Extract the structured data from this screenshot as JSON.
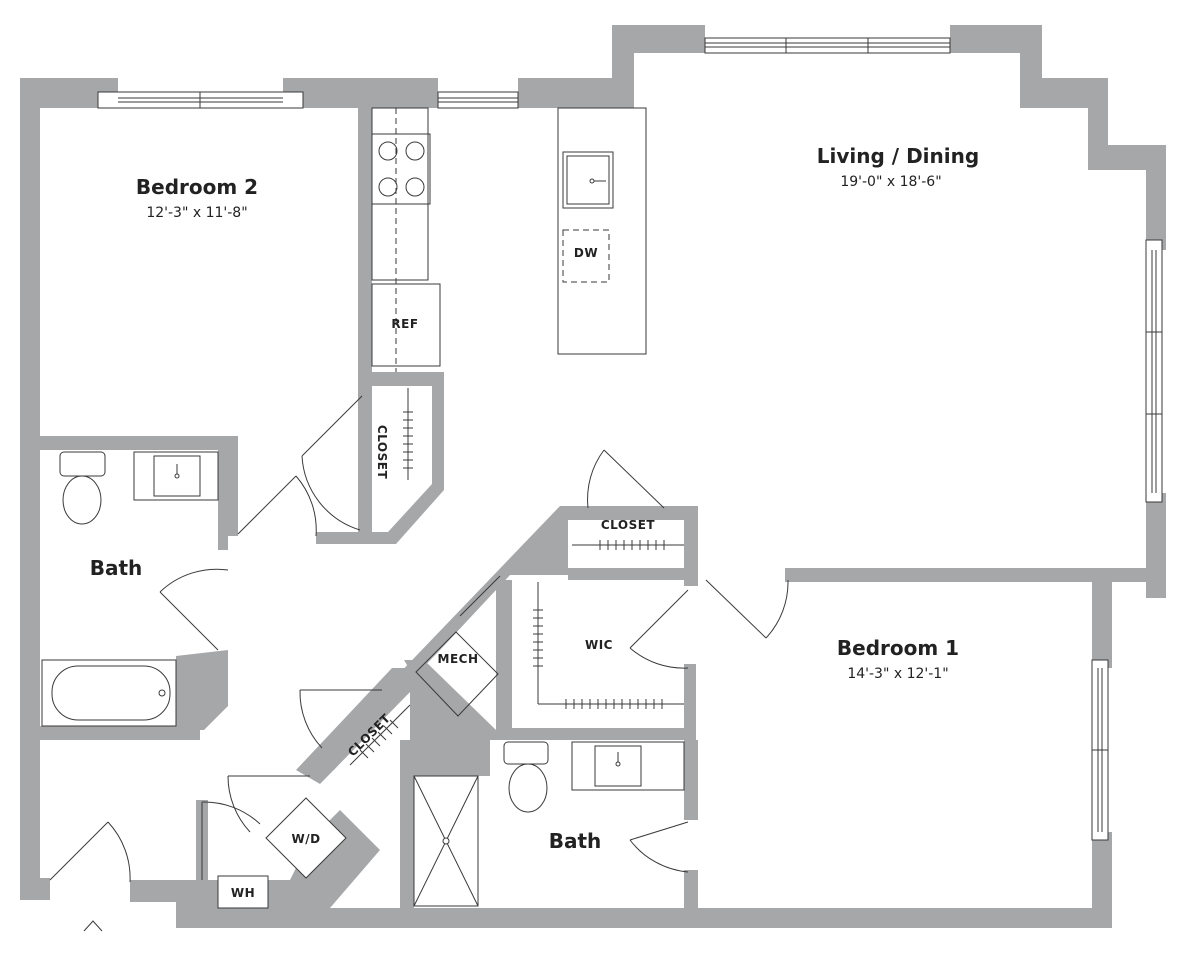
{
  "rooms": {
    "living": {
      "name": "Living / Dining",
      "dims": "19'-0\" x 18'-6\""
    },
    "bedroom2": {
      "name": "Bedroom 2",
      "dims": "12'-3\" x 11'-8\""
    },
    "bedroom1": {
      "name": "Bedroom 1",
      "dims": "14'-3\" x 12'-1\""
    },
    "bath_left": {
      "name": "Bath"
    },
    "bath_right": {
      "name": "Bath"
    }
  },
  "labels": {
    "dishwasher": "DW",
    "refrigerator": "REF",
    "closet_kitchen": "CLOSET",
    "closet_hall": "CLOSET",
    "closet_entry": "CLOSET",
    "walk_in_closet": "WIC",
    "mechanical": "MECH",
    "washer_dryer": "W/D",
    "water_heater": "WH"
  },
  "icons": {
    "entry": "entry-arrow-icon"
  },
  "colors": {
    "wall": "#a6a7a9",
    "line": "#3a3a3a"
  }
}
